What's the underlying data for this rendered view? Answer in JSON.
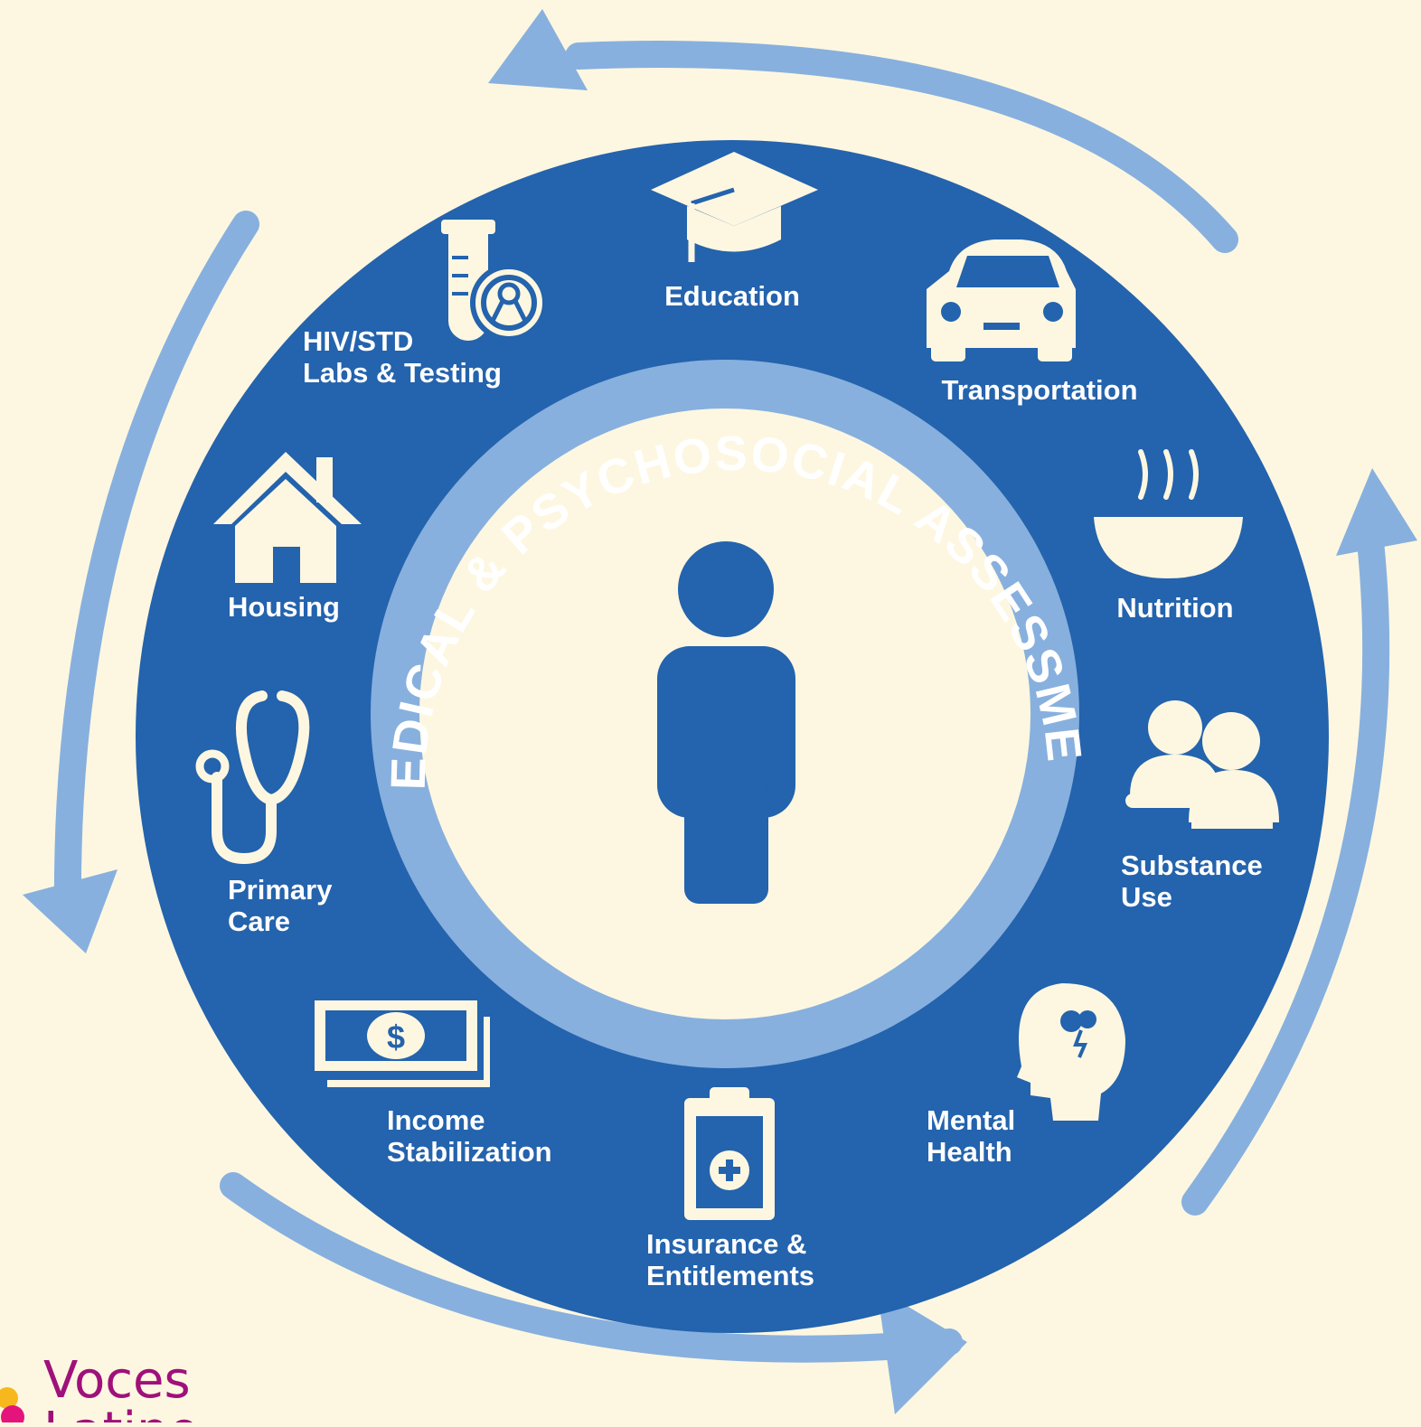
{
  "diagram": {
    "ring_label": "MEDICAL & PSYCHOSOCIAL ASSESSMENT",
    "services": {
      "education": [
        "Education"
      ],
      "transportation": [
        "Transportation"
      ],
      "nutrition": [
        "Nutrition"
      ],
      "substance_use": [
        "Substance",
        "Use"
      ],
      "mental_health": [
        "Mental",
        "Health"
      ],
      "insurance": [
        "Insurance &",
        "Entitlements"
      ],
      "income": [
        "Income",
        "Stabilization"
      ],
      "primary_care": [
        "Primary",
        "Care"
      ],
      "housing": [
        "Housing"
      ],
      "hiv_std": [
        "HIV/STD",
        "Labs & Testing"
      ]
    },
    "colors": {
      "background": "#fdf7e1",
      "outer_disc": "#2463ad",
      "ring": "#87b0de",
      "inner_disc": "#fdf7e1",
      "arrows": "#87b0de",
      "person": "#2463ad",
      "icons": "#fdf7e1",
      "logo": "#a0107a"
    }
  },
  "logo": {
    "line1": "Voces",
    "line2": "Latino"
  }
}
